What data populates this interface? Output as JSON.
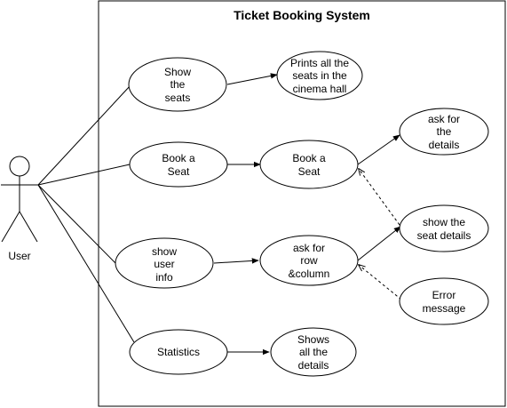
{
  "system": {
    "title": "Ticket Booking System"
  },
  "actor": {
    "label": "User"
  },
  "use_cases": {
    "show_seats": [
      "Show",
      "the",
      "seats"
    ],
    "prints_seats": [
      "Prints all the",
      "seats in the",
      "cinema hall"
    ],
    "book_seat_1": [
      "Book a",
      "Seat"
    ],
    "book_seat_2": [
      "Book a",
      "Seat"
    ],
    "ask_details": [
      "ask for",
      "the",
      "details"
    ],
    "show_seat_details": [
      "show the",
      "seat details"
    ],
    "show_user_info": [
      "show",
      "user",
      "info"
    ],
    "ask_row_column": [
      "ask for",
      "row",
      "&column"
    ],
    "error_message": [
      "Error",
      "message"
    ],
    "statistics": [
      "Statistics"
    ],
    "shows_details": [
      "Shows",
      "all the",
      "details"
    ]
  }
}
